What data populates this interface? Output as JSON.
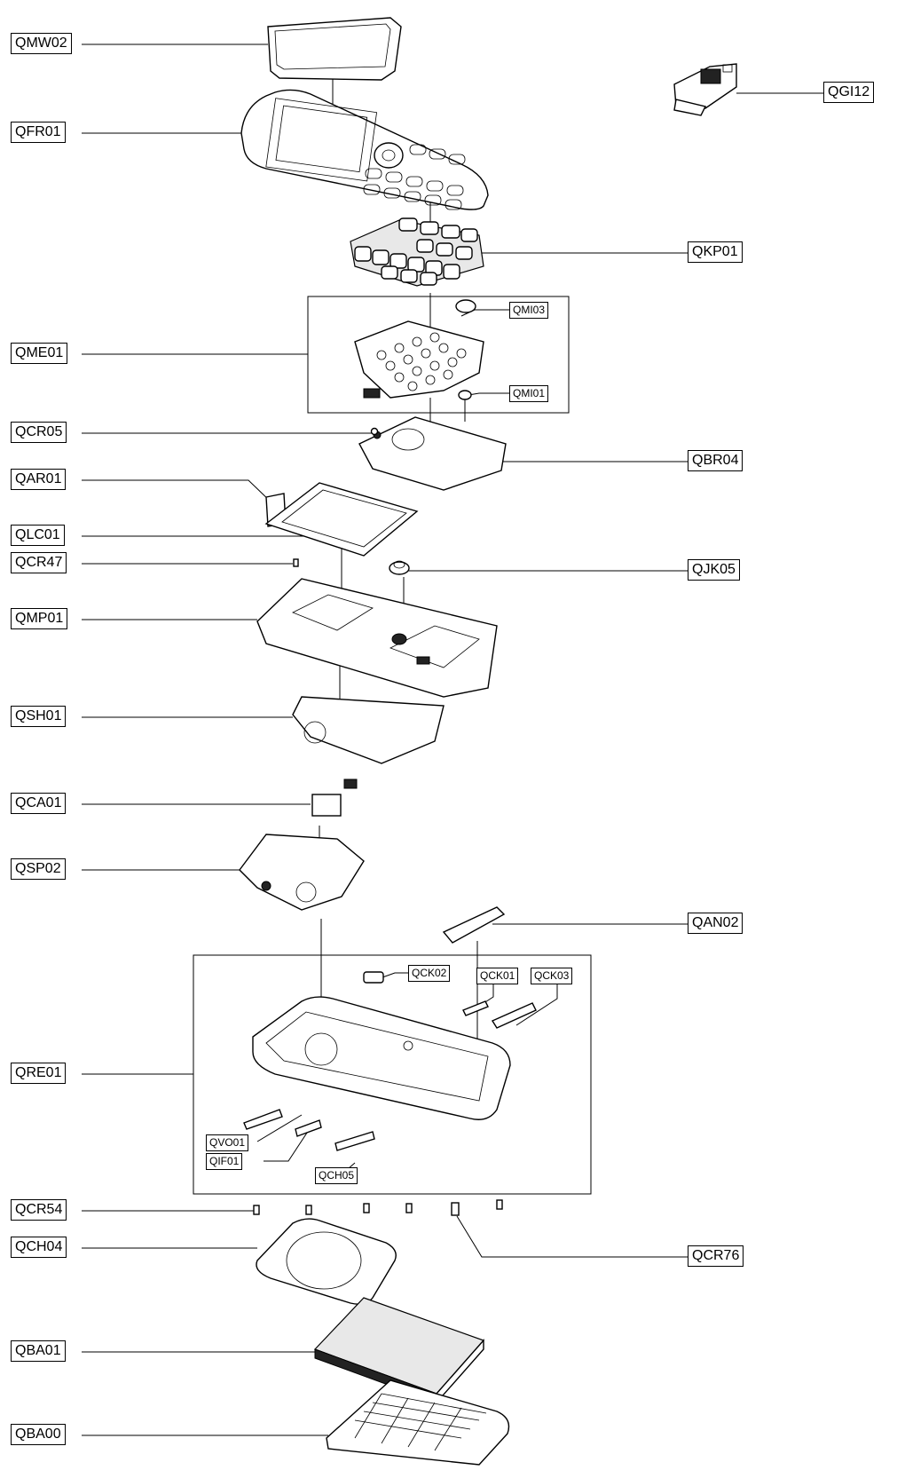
{
  "labels": {
    "QMW02": "QMW02",
    "QFR01": "QFR01",
    "QGI12": "QGI12",
    "QKP01": "QKP01",
    "QME01": "QME01",
    "QMI03": "QMI03",
    "QMI01": "QMI01",
    "QCR05": "QCR05",
    "QBR04": "QBR04",
    "QAR01": "QAR01",
    "QLC01": "QLC01",
    "QCR47": "QCR47",
    "QJK05": "QJK05",
    "QMP01": "QMP01",
    "QSH01": "QSH01",
    "QCA01": "QCA01",
    "QSP02": "QSP02",
    "QAN02": "QAN02",
    "QCK02": "QCK02",
    "QCK01": "QCK01",
    "QCK03": "QCK03",
    "QRE01": "QRE01",
    "QVO01": "QVO01",
    "QIF01": "QIF01",
    "QCH05": "QCH05",
    "QCR54": "QCR54",
    "QCH04": "QCH04",
    "QCR76": "QCR76",
    "QBA01": "QBA01",
    "QBA00": "QBA00"
  }
}
